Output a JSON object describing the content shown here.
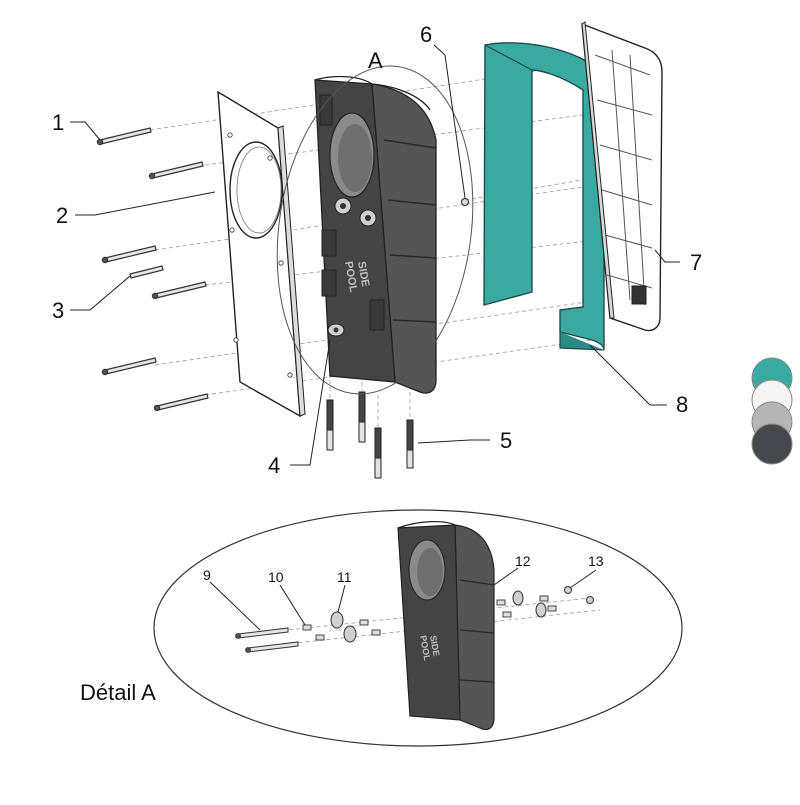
{
  "callouts": {
    "n1": "1",
    "n2": "2",
    "n3": "3",
    "n4": "4",
    "n5": "5",
    "n6": "6",
    "n7": "7",
    "n8": "8",
    "n9": "9",
    "n10": "10",
    "n11": "11",
    "n12": "12",
    "n13": "13",
    "detail_ref": "A"
  },
  "part_text": {
    "pool": "POOL",
    "side": "SIDE"
  },
  "detail_label": "Détail A",
  "colors": {
    "body": "#4a4a4a",
    "body_dark": "#2e2e2e",
    "accent": "#3aa9a1",
    "swatches": [
      "#3aa9a1",
      "#f4f4f4",
      "#b5b5b5",
      "#45484e"
    ]
  }
}
